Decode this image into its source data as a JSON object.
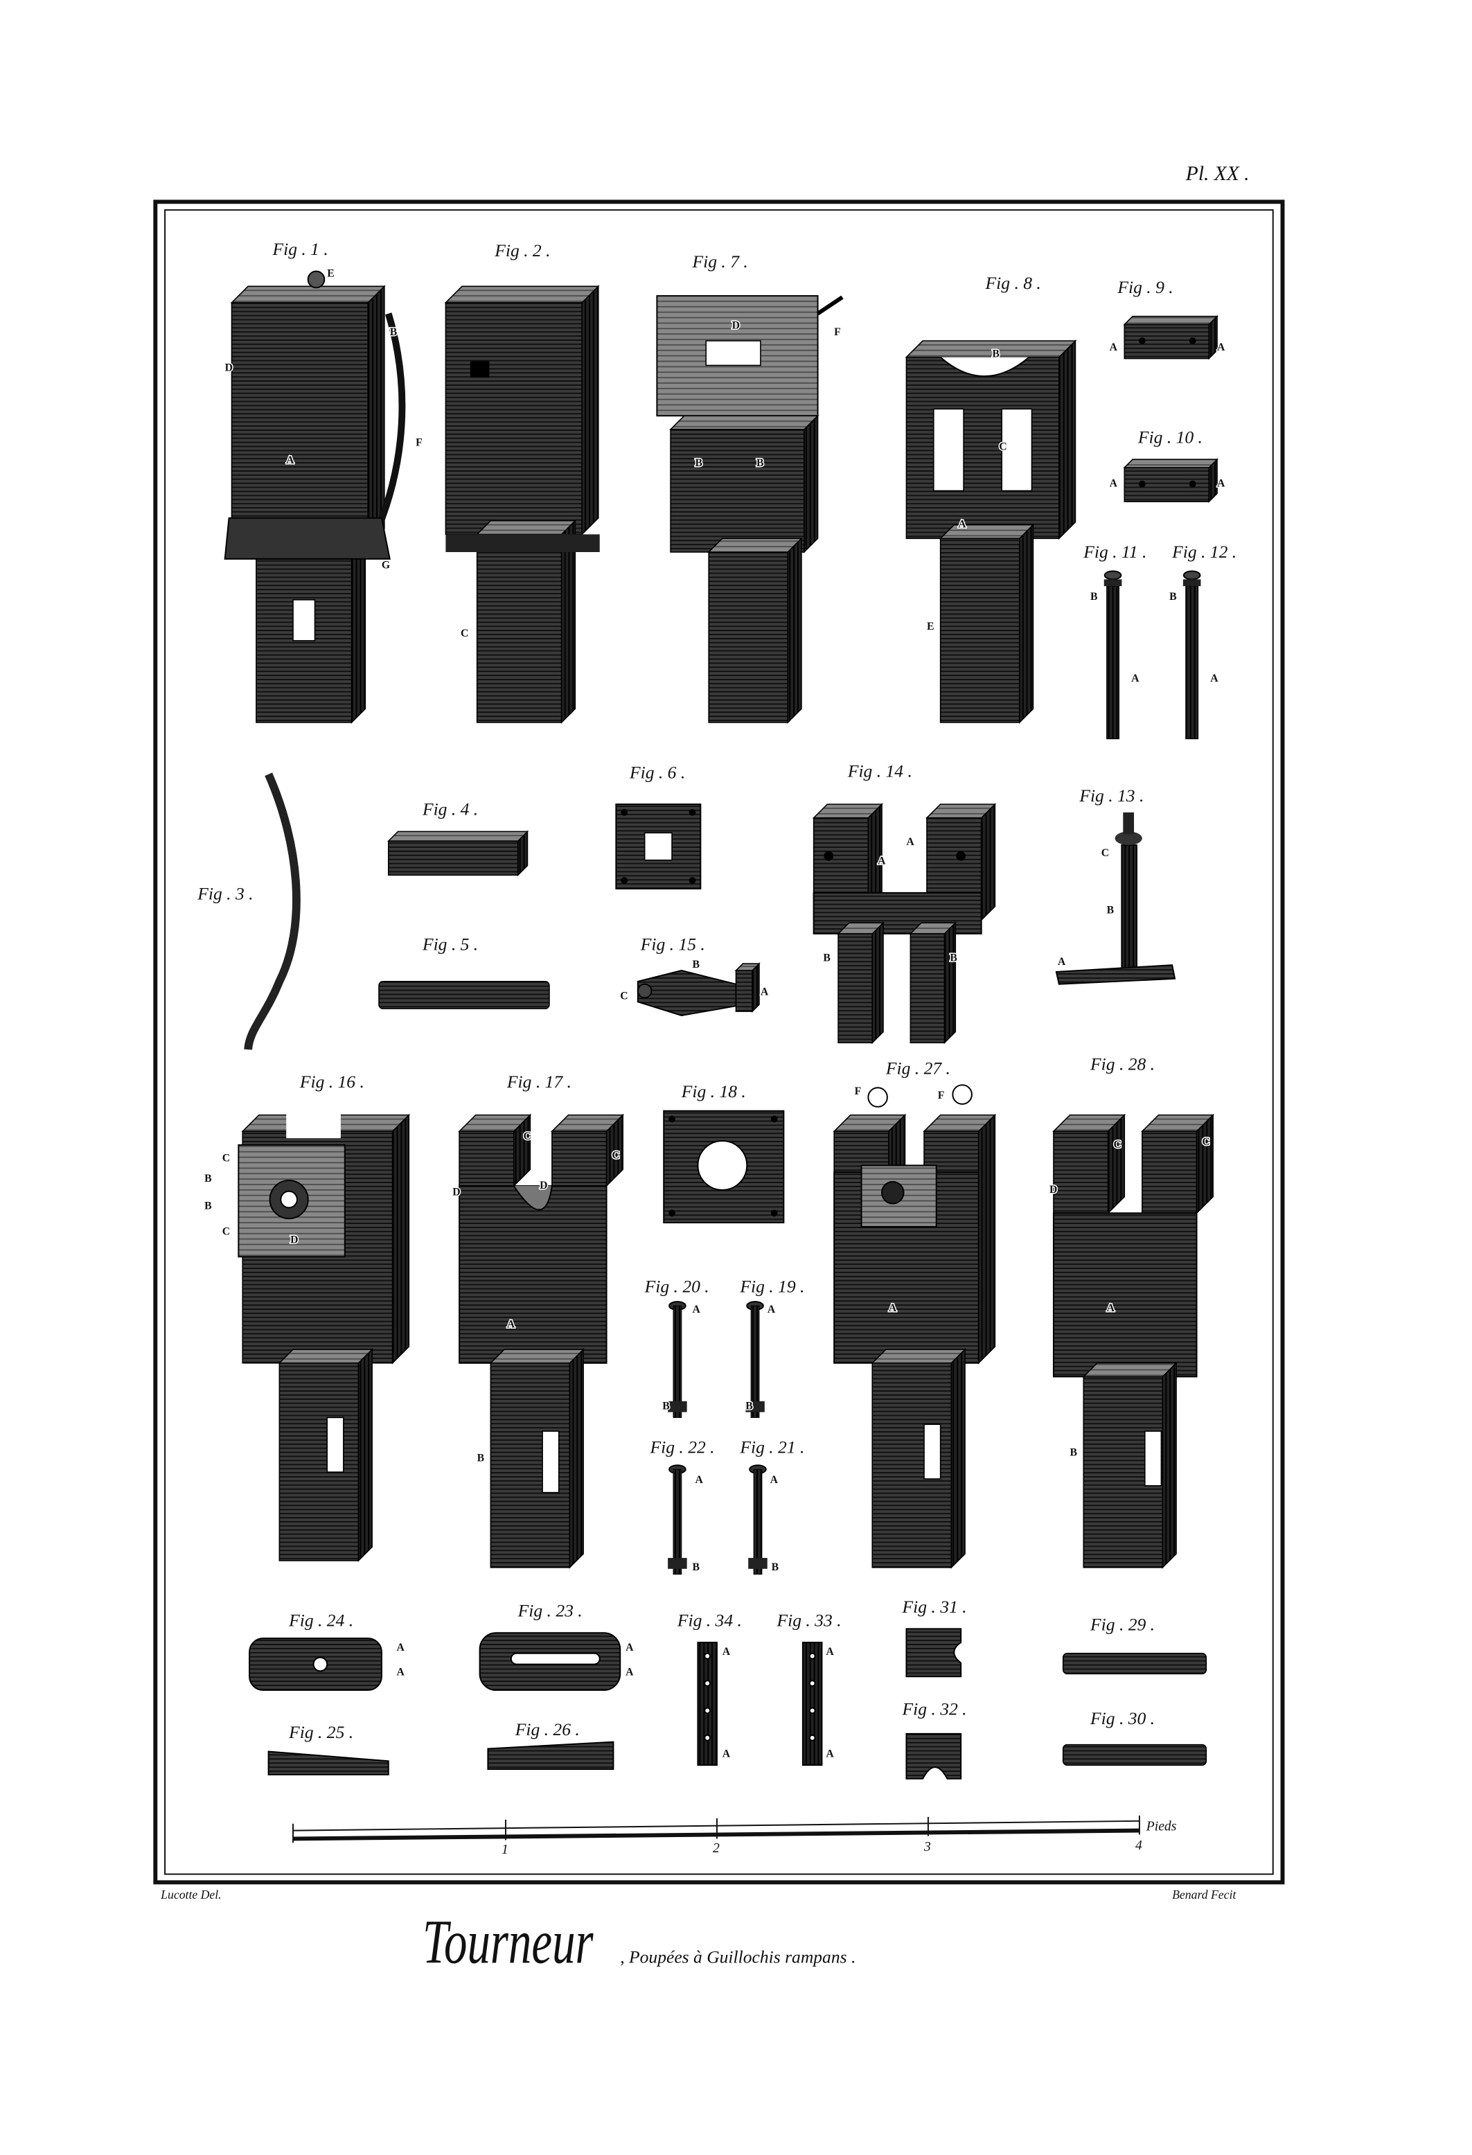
{
  "plate": {
    "number": "Pl. XX .",
    "draughtsman": "Lucotte Del.",
    "engraver": "Benard Fecit",
    "title": "Tourneur",
    "subtitle": ", Poupées à Guillochis rampans ."
  },
  "scale": {
    "ticks": [
      "1",
      "2",
      "3",
      "4"
    ],
    "unit": "Pieds"
  },
  "colors": {
    "ink": "#111111",
    "dark": "#2a2a2a",
    "mid": "#5a5a5a",
    "light": "#8a8a8a",
    "paper": "#ffffff"
  },
  "figures": [
    {
      "label": "Fig . 1 .",
      "letters": [
        "E",
        "B",
        "D",
        "A",
        "F",
        "G"
      ]
    },
    {
      "label": "Fig . 2 .",
      "letters": [
        "C"
      ]
    },
    {
      "label": "Fig . 7 .",
      "letters": [
        "D",
        "F",
        "B",
        "B"
      ]
    },
    {
      "label": "Fig . 8 .",
      "letters": [
        "B",
        "C",
        "A",
        "E"
      ]
    },
    {
      "label": "Fig . 9 .",
      "letters": [
        "A",
        "A"
      ]
    },
    {
      "label": "Fig . 10 .",
      "letters": [
        "A",
        "A"
      ]
    },
    {
      "label": "Fig . 11 .",
      "letters": [
        "B",
        "A"
      ]
    },
    {
      "label": "Fig . 12 .",
      "letters": [
        "B",
        "A"
      ]
    },
    {
      "label": "Fig . 3 .",
      "letters": []
    },
    {
      "label": "Fig . 4 .",
      "letters": []
    },
    {
      "label": "Fig . 5 .",
      "letters": []
    },
    {
      "label": "Fig . 6 .",
      "letters": []
    },
    {
      "label": "Fig . 15 .",
      "letters": [
        "C",
        "B",
        "A"
      ]
    },
    {
      "label": "Fig . 14 .",
      "letters": [
        "A",
        "A",
        "B",
        "B"
      ]
    },
    {
      "label": "Fig . 13 .",
      "letters": [
        "C",
        "B",
        "A"
      ]
    },
    {
      "label": "Fig . 16 .",
      "letters": [
        "C",
        "B",
        "B",
        "C",
        "D"
      ]
    },
    {
      "label": "Fig . 17 .",
      "letters": [
        "C",
        "C",
        "D",
        "D",
        "A",
        "B"
      ]
    },
    {
      "label": "Fig . 18 .",
      "letters": []
    },
    {
      "label": "Fig . 27 .",
      "letters": [
        "F",
        "F",
        "A"
      ]
    },
    {
      "label": "Fig . 28 .",
      "letters": [
        "C",
        "C",
        "D",
        "A",
        "B"
      ]
    },
    {
      "label": "Fig . 20 .",
      "letters": [
        "A",
        "B"
      ]
    },
    {
      "label": "Fig . 19 .",
      "letters": [
        "A",
        "B"
      ]
    },
    {
      "label": "Fig . 22 .",
      "letters": [
        "A",
        "B"
      ]
    },
    {
      "label": "Fig . 21 .",
      "letters": [
        "A",
        "B"
      ]
    },
    {
      "label": "Fig . 24 .",
      "letters": [
        "A",
        "A"
      ]
    },
    {
      "label": "Fig . 23 .",
      "letters": [
        "A",
        "A"
      ]
    },
    {
      "label": "Fig . 34 .",
      "letters": [
        "A",
        "A"
      ]
    },
    {
      "label": "Fig . 33 .",
      "letters": [
        "A",
        "A"
      ]
    },
    {
      "label": "Fig . 31 .",
      "letters": []
    },
    {
      "label": "Fig . 32 .",
      "letters": []
    },
    {
      "label": "Fig . 29 .",
      "letters": []
    },
    {
      "label": "Fig . 30 .",
      "letters": []
    },
    {
      "label": "Fig . 25 .",
      "letters": []
    },
    {
      "label": "Fig . 26 .",
      "letters": []
    }
  ]
}
